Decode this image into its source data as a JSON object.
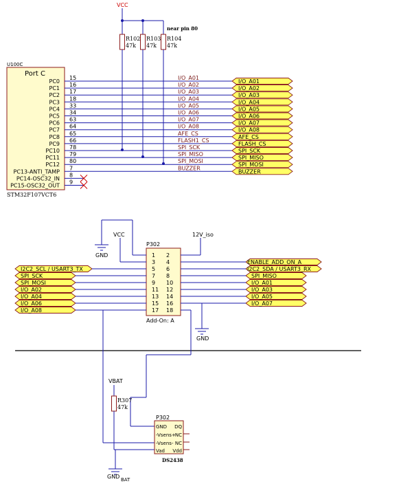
{
  "power": {
    "vcc": "VCC",
    "v12": "12V_iso",
    "vbat": "VBAT",
    "gnd": "GND",
    "gnd_bat_main": "GND",
    "gnd_bat_sub": "BAT"
  },
  "resistors": [
    {
      "ref": "R102",
      "value": "47k"
    },
    {
      "ref": "R103",
      "value": "47k"
    },
    {
      "ref": "R104",
      "value": "47k"
    }
  ],
  "near_pin_note": "near pin 80",
  "mcu": {
    "ref": "U100C",
    "port_title": "Port C",
    "part": "STM32F107VCT6",
    "pins": [
      {
        "name": "PC0",
        "num": "15",
        "net": "I/O_A01",
        "port": "I/O_A01"
      },
      {
        "name": "PC1",
        "num": "16",
        "net": "I/O_A02",
        "port": "I/O_A02"
      },
      {
        "name": "PC2",
        "num": "17",
        "net": "I/O_A03",
        "port": "I/O_A03"
      },
      {
        "name": "PC3",
        "num": "18",
        "net": "I/O_A04",
        "port": "I/O_A04"
      },
      {
        "name": "PC4",
        "num": "33",
        "net": "I/O_A05",
        "port": "I/O_A05"
      },
      {
        "name": "PC5",
        "num": "34",
        "net": "I/O_A06",
        "port": "I/O_A06"
      },
      {
        "name": "PC6",
        "num": "63",
        "net": "I/O_A07",
        "port": "I/O_A07"
      },
      {
        "name": "PC7",
        "num": "64",
        "net": "I/O_A08",
        "port": "I/O_A08"
      },
      {
        "name": "PC8",
        "num": "65",
        "net": "AFE_CS",
        "port": "AFE_CS"
      },
      {
        "name": "PC9",
        "num": "66",
        "net": "FLASH1_CS",
        "port": "FLASH_CS"
      },
      {
        "name": "PC10",
        "num": "78",
        "net": "SPI_SCK",
        "port": "SPI_SCK"
      },
      {
        "name": "PC11",
        "num": "79",
        "net": "SPI_MISO",
        "port": "SPI_MISO"
      },
      {
        "name": "PC12",
        "num": "80",
        "net": "SPI_MOSI",
        "port": "SPI_MOSI"
      },
      {
        "name": "PC13-ANTI_TAMP",
        "num": "7",
        "net": "BUZZER",
        "port": "BUZZER"
      },
      {
        "name": "PC14-OSC32_IN",
        "num": "8",
        "net": "",
        "port": ""
      },
      {
        "name": "PC15-OSC32_OUT",
        "num": "9",
        "net": "",
        "port": ""
      }
    ]
  },
  "header": {
    "ref": "P302",
    "part": "Add-On: A",
    "pin_rows": [
      [
        "1",
        "2"
      ],
      [
        "3",
        "4"
      ],
      [
        "5",
        "6"
      ],
      [
        "7",
        "8"
      ],
      [
        "9",
        "10"
      ],
      [
        "11",
        "12"
      ],
      [
        "13",
        "14"
      ],
      [
        "15",
        "16"
      ],
      [
        "17",
        "18"
      ]
    ],
    "left_ports": [
      "I2C2_SCL / USART3_TX",
      "SPI_SCK",
      "SPI_MOSI",
      "I/O_A02",
      "I/O_A04",
      "I/O_A06",
      "I/O_A08"
    ],
    "right_ports": [
      "ENABLE_ADD_ON_A",
      "I2C2_SDA / USART3_RX",
      "SPI_MISO",
      "I/O_A01",
      "I/O_A03",
      "I/O_A05",
      "I/O_A07"
    ]
  },
  "ds": {
    "ref": "P302",
    "part": "DS2438",
    "resistor_ref": "R307",
    "resistor_value": "47k",
    "pins_left": [
      "GND",
      "-Vsens+",
      "-Vsens-",
      "Vad"
    ],
    "pins_right": [
      "DQ",
      "NC",
      "NC",
      "Vdd"
    ]
  },
  "colors": {
    "wire": "#1a1aa8",
    "component": "#8b1a1a",
    "port_fill": "#ffff66",
    "chip_fill": "#fffbcc",
    "no_connect": "#cc0000"
  }
}
